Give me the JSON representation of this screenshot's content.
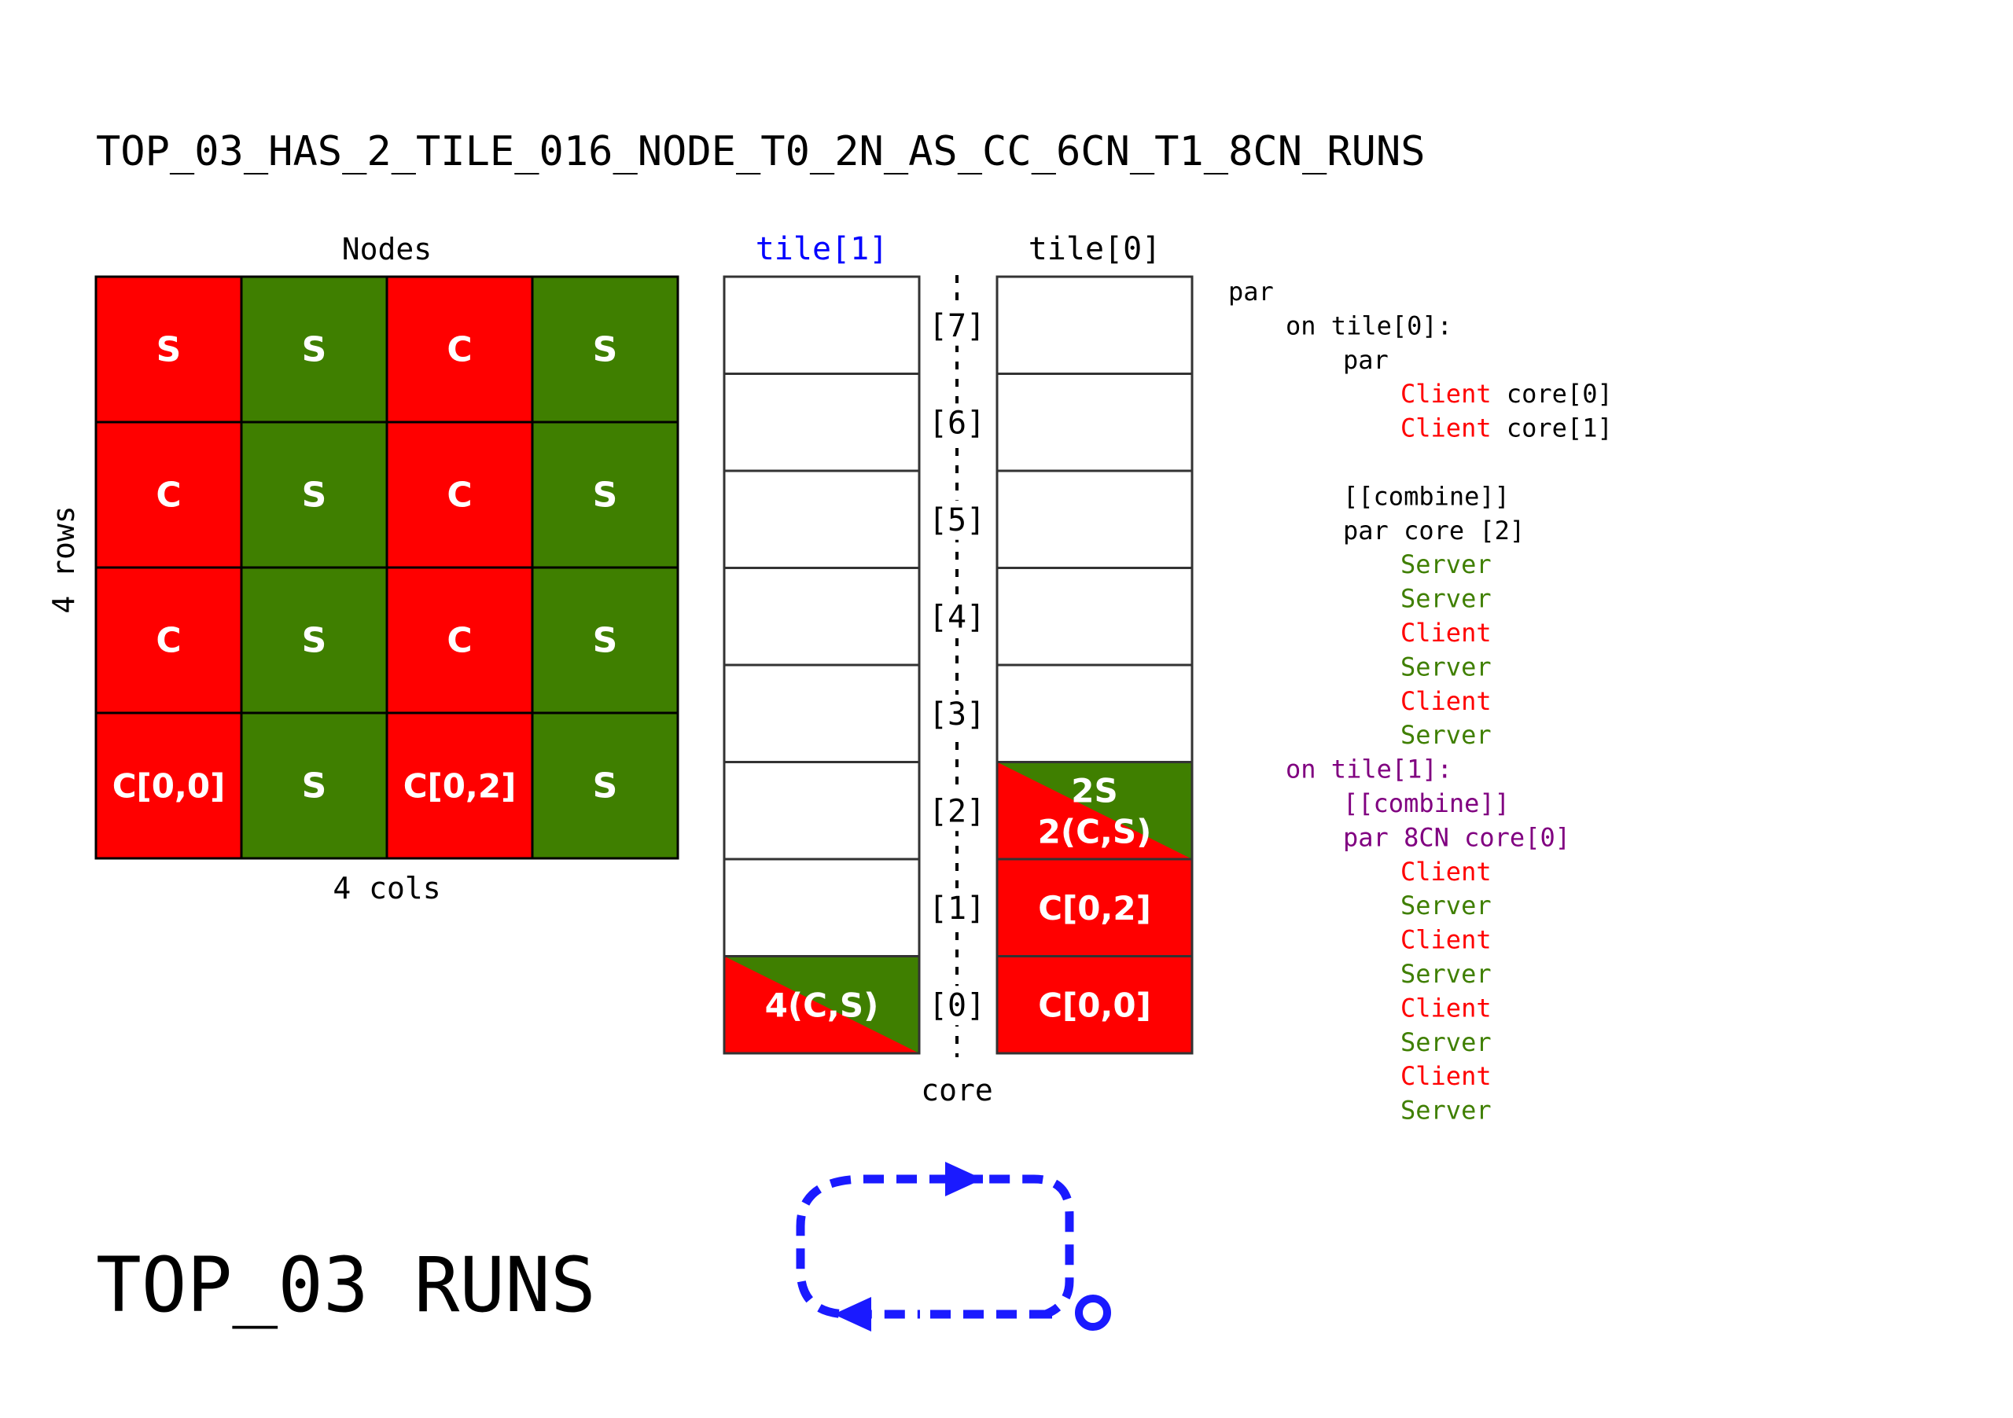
{
  "title": "TOP_03_HAS_2_TILE_016_NODE_T0_2N_AS_CC_6CN_T1_8CN_RUNS",
  "footer_title": "TOP_03 RUNS",
  "colors": {
    "client": "#ff0000",
    "server": "#3f7f00",
    "text": "#000000",
    "tile1": "#0000ff",
    "purple": "#800080",
    "arrow": "#1a1aff",
    "grid_line": "#000000"
  },
  "nodes": {
    "title": "Nodes",
    "row_label": "4 rows",
    "col_label": "4 cols",
    "grid": [
      [
        {
          "label": "S",
          "role": "client"
        },
        {
          "label": "S",
          "role": "server"
        },
        {
          "label": "C",
          "role": "client"
        },
        {
          "label": "S",
          "role": "server"
        }
      ],
      [
        {
          "label": "C",
          "role": "client"
        },
        {
          "label": "S",
          "role": "server"
        },
        {
          "label": "C",
          "role": "client"
        },
        {
          "label": "S",
          "role": "server"
        }
      ],
      [
        {
          "label": "C",
          "role": "client"
        },
        {
          "label": "S",
          "role": "server"
        },
        {
          "label": "C",
          "role": "client"
        },
        {
          "label": "S",
          "role": "server"
        }
      ],
      [
        {
          "label": "C[0,0]",
          "role": "client"
        },
        {
          "label": "S",
          "role": "server"
        },
        {
          "label": "C[0,2]",
          "role": "client"
        },
        {
          "label": "S",
          "role": "server"
        }
      ]
    ]
  },
  "tiles": {
    "tile1_label": "tile[1]",
    "tile0_label": "tile[0]",
    "core_label": "core",
    "core_indices": [
      "[7]",
      "[6]",
      "[5]",
      "[4]",
      "[3]",
      "[2]",
      "[1]",
      "[0]"
    ],
    "tile1_cells": [
      {
        "label": "",
        "fill": "empty"
      },
      {
        "label": "",
        "fill": "empty"
      },
      {
        "label": "",
        "fill": "empty"
      },
      {
        "label": "",
        "fill": "empty"
      },
      {
        "label": "",
        "fill": "empty"
      },
      {
        "label": "",
        "fill": "empty"
      },
      {
        "label": "",
        "fill": "empty"
      },
      {
        "label": "4(C,S)",
        "fill": "split"
      }
    ],
    "tile0_cells": [
      {
        "label": "",
        "fill": "empty"
      },
      {
        "label": "",
        "fill": "empty"
      },
      {
        "label": "",
        "fill": "empty"
      },
      {
        "label": "",
        "fill": "empty"
      },
      {
        "label": "",
        "fill": "empty"
      },
      {
        "label": "2S\n2(C,S)",
        "fill": "split"
      },
      {
        "label": "C[0,2]",
        "fill": "client"
      },
      {
        "label": "C[0,0]",
        "fill": "client"
      }
    ]
  },
  "code": [
    {
      "indent": 0,
      "parts": [
        {
          "t": "par",
          "c": "text"
        }
      ]
    },
    {
      "indent": 1,
      "parts": [
        {
          "t": "on tile[0]:",
          "c": "text"
        }
      ]
    },
    {
      "indent": 2,
      "parts": [
        {
          "t": "par",
          "c": "text"
        }
      ]
    },
    {
      "indent": 3,
      "parts": [
        {
          "t": "Client",
          "c": "client"
        },
        {
          "t": " core[0]",
          "c": "text"
        }
      ]
    },
    {
      "indent": 3,
      "parts": [
        {
          "t": "Client",
          "c": "client"
        },
        {
          "t": " core[1]",
          "c": "text"
        }
      ]
    },
    {
      "indent": 0,
      "parts": []
    },
    {
      "indent": 2,
      "parts": [
        {
          "t": "[[combine]]",
          "c": "text"
        }
      ]
    },
    {
      "indent": 2,
      "parts": [
        {
          "t": "par core [2]",
          "c": "text"
        }
      ]
    },
    {
      "indent": 3,
      "parts": [
        {
          "t": "Server",
          "c": "server"
        }
      ]
    },
    {
      "indent": 3,
      "parts": [
        {
          "t": "Server",
          "c": "server"
        }
      ]
    },
    {
      "indent": 3,
      "parts": [
        {
          "t": "Client",
          "c": "client"
        }
      ]
    },
    {
      "indent": 3,
      "parts": [
        {
          "t": "Server",
          "c": "server"
        }
      ]
    },
    {
      "indent": 3,
      "parts": [
        {
          "t": "Client",
          "c": "client"
        }
      ]
    },
    {
      "indent": 3,
      "parts": [
        {
          "t": "Server",
          "c": "server"
        }
      ]
    },
    {
      "indent": 1,
      "parts": [
        {
          "t": "on tile[1]:",
          "c": "purple"
        }
      ]
    },
    {
      "indent": 2,
      "parts": [
        {
          "t": "[[combine]]",
          "c": "purple"
        }
      ]
    },
    {
      "indent": 2,
      "parts": [
        {
          "t": "par 8CN core[0]",
          "c": "purple"
        }
      ]
    },
    {
      "indent": 3,
      "parts": [
        {
          "t": "Client",
          "c": "client"
        }
      ]
    },
    {
      "indent": 3,
      "parts": [
        {
          "t": "Server",
          "c": "server"
        }
      ]
    },
    {
      "indent": 3,
      "parts": [
        {
          "t": "Client",
          "c": "client"
        }
      ]
    },
    {
      "indent": 3,
      "parts": [
        {
          "t": "Server",
          "c": "server"
        }
      ]
    },
    {
      "indent": 3,
      "parts": [
        {
          "t": "Client",
          "c": "client"
        }
      ]
    },
    {
      "indent": 3,
      "parts": [
        {
          "t": "Server",
          "c": "server"
        }
      ]
    },
    {
      "indent": 3,
      "parts": [
        {
          "t": "Client",
          "c": "client"
        }
      ]
    },
    {
      "indent": 3,
      "parts": [
        {
          "t": "Server",
          "c": "server"
        }
      ]
    }
  ]
}
